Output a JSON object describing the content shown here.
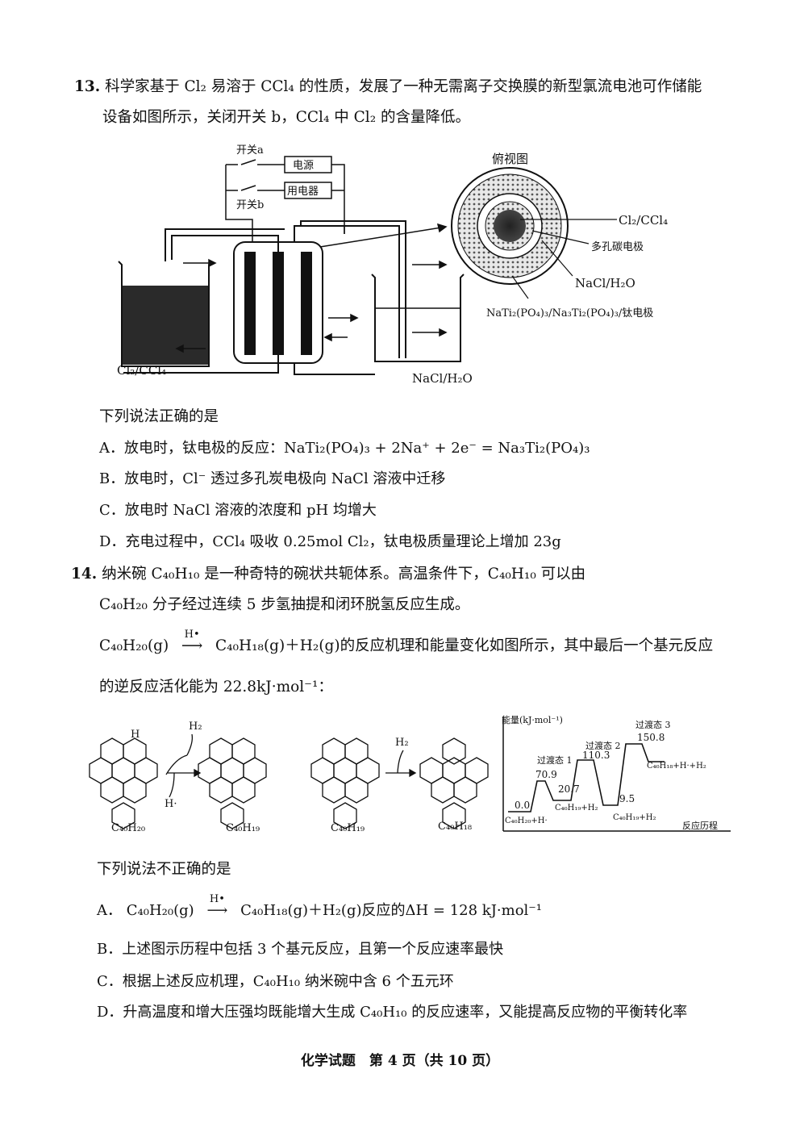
{
  "q13": {
    "number": "13.",
    "stem_line1": "科学家基于 Cl₂ 易溶于 CCl₄ 的性质，发展了一种无需离子交换膜的新型氯流电池可作储能",
    "stem_line2": "设备如图所示，关闭开关 b，CCl₄ 中 Cl₂ 的含量降低。",
    "diagram": {
      "switch_a": "开关a",
      "switch_b": "开关b",
      "power": "电源",
      "appliance": "用电器",
      "left_beaker": "Cl₂/CCl₄",
      "right_beaker": "NaCl/H₂O",
      "topview_title": "俯视图",
      "topview_cl2": "Cl₂/CCl₄",
      "topview_carbon": "多孔碳电极",
      "topview_nacl": "NaCl/H₂O",
      "topview_ti": "NaTi₂(PO₄)₃/Na₃Ti₂(PO₄)₃/钛电极"
    },
    "prompt": "下列说法正确的是",
    "options": [
      "A．放电时，钛电极的反应：NaTi₂(PO₄)₃ + 2Na⁺ + 2e⁻ = Na₃Ti₂(PO₄)₃",
      "B．放电时，Cl⁻ 透过多孔炭电极向 NaCl 溶液中迁移",
      "C．放电时 NaCl 溶液的浓度和 pH 均增大",
      "D．充电过程中，CCl₄ 吸收 0.25mol Cl₂，钛电极质量理论上增加 23g"
    ]
  },
  "q14": {
    "number": "14.",
    "stem_line1": "纳米碗 C₄₀H₁₀ 是一种奇特的碗状共轭体系。高温条件下，C₄₀H₁₀ 可以由",
    "stem_line2": "C₄₀H₂₀ 分子经过连续 5 步氢抽提和闭环脱氢反应生成。",
    "stem_line3_left": "C₄₀H₂₀(g)",
    "stem_line3_arrow": "H•",
    "stem_line3_right": "C₄₀H₁₈(g)＋H₂(g)的反应机理和能量变化如图所示，其中最后一个基元反应",
    "stem_line4": "的逆反应活化能为 22.8kJ·mol⁻¹：",
    "mechanism": {
      "m1": "C₄₀H₂₀",
      "m2": "C₄₀H₁₉",
      "m3": "C₄₀H₁₉",
      "m4": "C₄₀H₁₈",
      "h2_out": "H₂",
      "h_in": "H·",
      "h_label": "H"
    },
    "energy": {
      "ylabel": "能量(kJ·mol⁻¹)",
      "xlabel": "反应历程",
      "ts1": "过渡态 1",
      "ts2": "过渡态 2",
      "ts3": "过渡态 3",
      "v0": "0.0",
      "v1": "70.9",
      "v2": "20.7",
      "v3": "110.3",
      "v4": "9.5",
      "v5": "150.8",
      "s0": "C₄₀H₂₀+H·",
      "s1": "C₄₀H₁₉+H₂",
      "s2": "C₄₀H₁₉+H₂",
      "s3": "C₄₀H₁₈+H·+H₂"
    },
    "prompt": "下列说法不正确的是",
    "optA_prefix": "A．",
    "optA_left": "C₄₀H₂₀(g)",
    "optA_arrow": "H•",
    "optA_right": "C₄₀H₁₈(g)＋H₂(g)反应的ΔH = 128 kJ·mol⁻¹",
    "options": [
      "B．上述图示历程中包括 3 个基元反应，且第一个反应速率最快",
      "C．根据上述反应机理，C₄₀H₁₀ 纳米碗中含 6 个五元环",
      "D．升高温度和增大压强均既能增大生成 C₄₀H₁₀ 的反应速率，又能提高反应物的平衡转化率"
    ]
  },
  "footer": "化学试题　第 4 页（共 10 页）"
}
